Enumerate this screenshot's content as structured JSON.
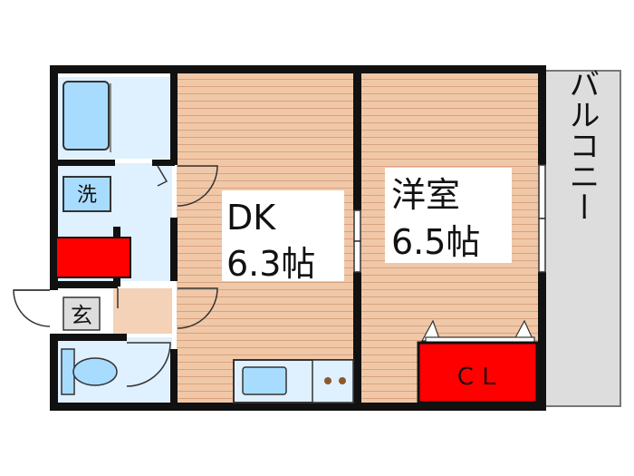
{
  "rooms": {
    "dk": {
      "name": "DK",
      "size": "6.3帖"
    },
    "western": {
      "name": "洋室",
      "size": "6.5帖"
    },
    "balcony": {
      "name": "バルコニー"
    },
    "closet": {
      "name": "ＣＬ"
    },
    "laundry": {
      "name": "洗"
    },
    "entrance": {
      "name": "玄"
    }
  },
  "colors": {
    "wall": "#111111",
    "floor_wood": "#f0c8a8",
    "floor_line": "#d9a27f",
    "wet_area": "#dff0ff",
    "fixture": "#a8dcff",
    "closet": "#ff0000",
    "entrance_floor": "#f3d2b7",
    "balcony": "#dddddd"
  }
}
